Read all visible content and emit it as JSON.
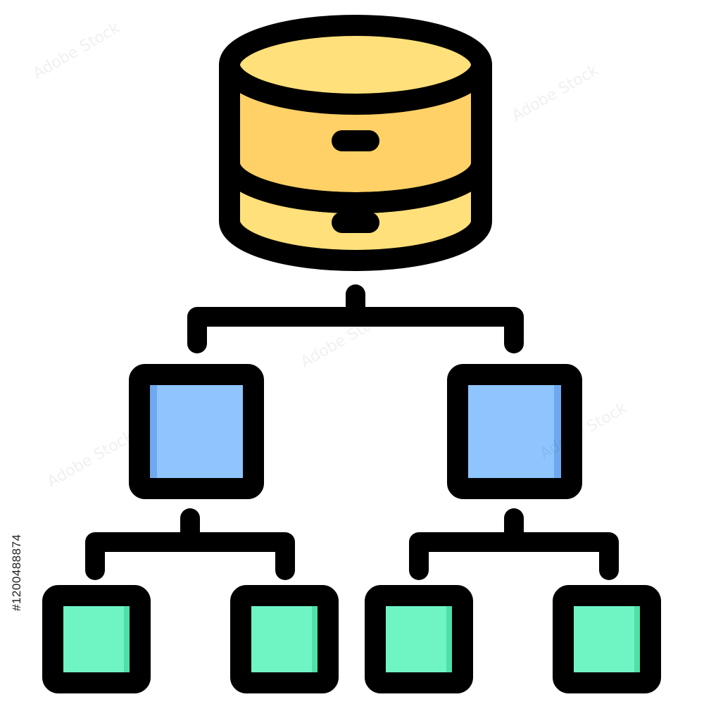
{
  "watermark": {
    "id_text": "#1200488874",
    "brand_text": "Adobe Stock"
  },
  "colors": {
    "outline": "#000000",
    "database_top": "#FFE07A",
    "database_band_upper": "#FFD166",
    "database_band_lower": "#FFE07A",
    "mid_node_fill": "#8EC5FF",
    "mid_node_shade": "#6FA8EE",
    "leaf_node_fill": "#6EF5C3",
    "leaf_node_shade": "#4FE0A8",
    "background": "#FFFFFF"
  },
  "diagram": {
    "root": "database-icon",
    "children": [
      {
        "name": "node-left",
        "children": [
          "leaf-1",
          "leaf-2"
        ]
      },
      {
        "name": "node-right",
        "children": [
          "leaf-3",
          "leaf-4"
        ]
      }
    ]
  }
}
